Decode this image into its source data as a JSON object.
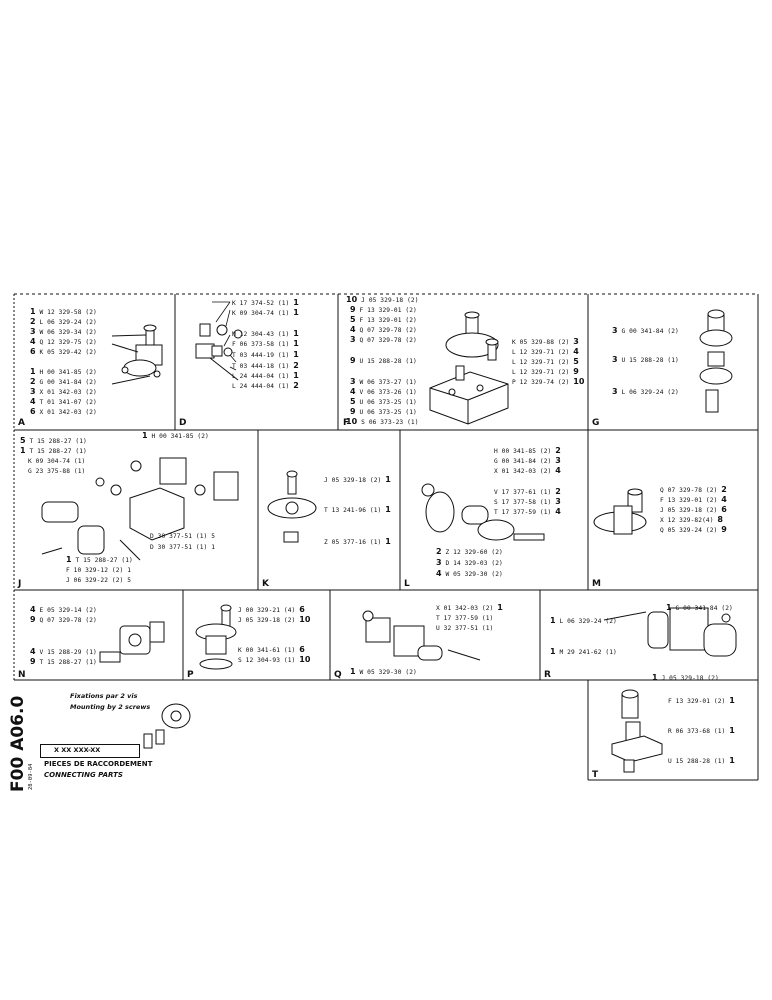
{
  "cells": {
    "A": {
      "label": "A",
      "lines": [
        [
          "1",
          "W 12 329-58 (2)"
        ],
        [
          "2",
          "L 06 329-24 (2)"
        ],
        [
          "3",
          "W 06 329-34 (2)"
        ],
        [
          "4",
          "Q 12 329-75 (2)"
        ],
        [
          "6",
          "K 05 329-42 (2)"
        ],
        [
          "1",
          "H 00 341-85 (2)"
        ],
        [
          "2",
          "G 00 341-84 (2)"
        ],
        [
          "3",
          "X 01 342-03 (2)"
        ],
        [
          "4",
          "T 01 341-07 (2)"
        ],
        [
          "6",
          "X 01 342-03 (2)"
        ]
      ]
    },
    "D": {
      "label": "D",
      "lines": [
        [
          "K 17 374-52 (1)",
          "1"
        ],
        [
          "K 09 304-74 (1)",
          "1"
        ],
        [
          "M 12 304-43 (1)",
          "1"
        ],
        [
          "F 06 373-58 (1)",
          "1"
        ],
        [
          "T 03 444-19 (1)",
          "1"
        ],
        [
          "T 03 444-18 (1)",
          "2"
        ],
        [
          "L 24 444-04 (1)",
          "1"
        ],
        [
          "L 24 444-04 (1)",
          "2"
        ]
      ]
    },
    "F": {
      "label": "F",
      "left": [
        [
          "10",
          "J 05 329-18 (2)"
        ],
        [
          "9",
          "F 13 329-01 (2)"
        ],
        [
          "5",
          "F 13 329-01 (2)"
        ],
        [
          "4",
          "Q 07 329-78 (2)"
        ],
        [
          "3",
          "Q 07 329-78 (2)"
        ],
        [
          "9",
          "U 15 288-28 (1)"
        ],
        [
          "3",
          "W 06 373-27 (1)"
        ],
        [
          "4",
          "V 06 373-26 (1)"
        ],
        [
          "5",
          "U 06 373-25 (1)"
        ],
        [
          "9",
          "U 06 373-25 (1)"
        ],
        [
          "10",
          "S 06 373-23 (1)"
        ]
      ],
      "right": [
        [
          "K 05 329-88 (2)",
          "3"
        ],
        [
          "L 12 329-71 (2)",
          "4"
        ],
        [
          "L 12 329-71 (2)",
          "5"
        ],
        [
          "L 12 329-71 (2)",
          "9"
        ],
        [
          "P 12 329-74 (2)",
          "10"
        ]
      ]
    },
    "G": {
      "label": "G",
      "lines": [
        [
          "3",
          "G 00 341-84 (2)"
        ],
        [
          "3",
          "U 15 288-28 (1)"
        ],
        [
          "3",
          "L 06 329-24 (2)"
        ]
      ]
    },
    "J": {
      "label": "J",
      "lines": [
        [
          "5",
          "T 15 288-27 (1)"
        ],
        [
          "1",
          "T 15 288-27 (1)"
        ],
        [
          "",
          "K 09 304-74 (1)"
        ],
        [
          "",
          "G 23 375-88 (1)"
        ],
        [
          "1",
          "H 00 341-85 (2)"
        ],
        [
          "",
          "D 30 377-51 (1) 5"
        ],
        [
          "",
          "D 30 377-51 (1) 1"
        ],
        [
          "1",
          "T 15 288-27 (1)"
        ],
        [
          "",
          "F 10 329-12 (2) 1"
        ],
        [
          "",
          "J 06 329-22 (2) 5"
        ]
      ]
    },
    "K": {
      "label": "K",
      "lines": [
        [
          "J 05 329-18 (2)",
          "1"
        ],
        [
          "T 13 241-96 (1)",
          "1"
        ],
        [
          "Z 05 377-16 (1)",
          "1"
        ]
      ]
    },
    "L": {
      "label": "L",
      "top": [
        [
          "H 00 341-85 (2)",
          "2"
        ],
        [
          "G 00 341-84 (2)",
          "3"
        ],
        [
          "X 01 342-03 (2)",
          "4"
        ],
        [
          "V 17 377-61 (1)",
          "2"
        ],
        [
          "S 17 377-58 (1)",
          "3"
        ],
        [
          "T 17 377-59 (1)",
          "4"
        ]
      ],
      "bottom": [
        [
          "2",
          "Z 12 329-60 (2)"
        ],
        [
          "3",
          "D 14 329-03 (2)"
        ],
        [
          "4",
          "W 05 329-30 (2)"
        ]
      ]
    },
    "M": {
      "label": "M",
      "lines": [
        [
          "Q 07 329-78 (2)",
          "2"
        ],
        [
          "F 13 329-01 (2)",
          "4"
        ],
        [
          "J 05 329-18 (2)",
          "6"
        ],
        [
          "X 12 329-82(4)",
          "8"
        ],
        [
          "Q 05 329-24 (2)",
          "9"
        ]
      ]
    },
    "N": {
      "label": "N",
      "lines": [
        [
          "4",
          "E 05 329-14 (2)"
        ],
        [
          "9",
          "Q 07 329-78 (2)"
        ],
        [
          "4",
          "V 15 288-29 (1)"
        ],
        [
          "9",
          "T 15 288-27 (1)"
        ]
      ]
    },
    "P": {
      "label": "P",
      "lines": [
        [
          "J 00 329-21 (4)",
          "6"
        ],
        [
          "J 05 329-18 (2)",
          "10"
        ],
        [
          "K 00 341-61 (1)",
          "6"
        ],
        [
          "S 12 304-93 (1)",
          "10"
        ]
      ]
    },
    "Q": {
      "label": "Q",
      "lines": [
        [
          "X 01 342-03 (2)",
          "1"
        ],
        [
          "T 17 377-59 (1)",
          ""
        ],
        [
          "U 32 377-51 (1)",
          ""
        ],
        [
          "1",
          "W 05 329-30 (2)"
        ]
      ]
    },
    "R": {
      "label": "R",
      "lines": [
        [
          "1",
          "G 00 341-84 (2)"
        ],
        [
          "1",
          "L 06 329-24 (2)"
        ],
        [
          "1",
          "M 29 241-62 (1)"
        ],
        [
          "1",
          "J 05 329-18 (2)"
        ]
      ]
    },
    "T": {
      "label": "T",
      "lines": [
        [
          "F 13 329-01 (2)",
          "1"
        ],
        [
          "R 06 373-68 (1)",
          "1"
        ],
        [
          "U 15 288-28 (1)",
          "1"
        ]
      ]
    }
  },
  "title_block": {
    "code": "F00 A06.0",
    "date": "28-09-84",
    "ref": "X  XX  XXX-XX",
    "title_fr": "PIECES DE RACCORDEMENT",
    "title_en": "CONNECTING PARTS",
    "note_fr": "Fixations par 2 vis",
    "note_en": "Mounting by 2 screws"
  }
}
